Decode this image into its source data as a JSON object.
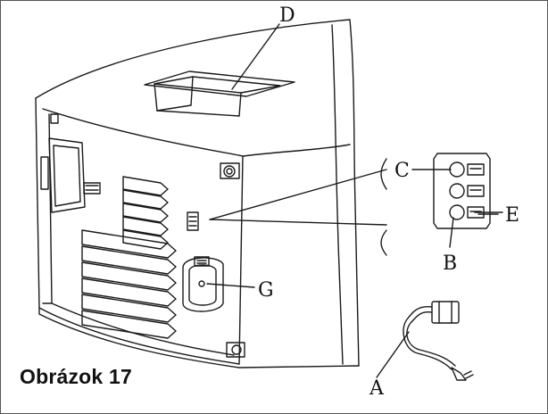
{
  "figure": {
    "caption": "Obrázok 17",
    "labels": {
      "A": "A",
      "B": "B",
      "C": "C",
      "D": "D",
      "E": "E",
      "G": "G"
    }
  },
  "colors": {
    "line": "#1a1a1a",
    "frame": "#555555",
    "background": "#ffffff"
  }
}
